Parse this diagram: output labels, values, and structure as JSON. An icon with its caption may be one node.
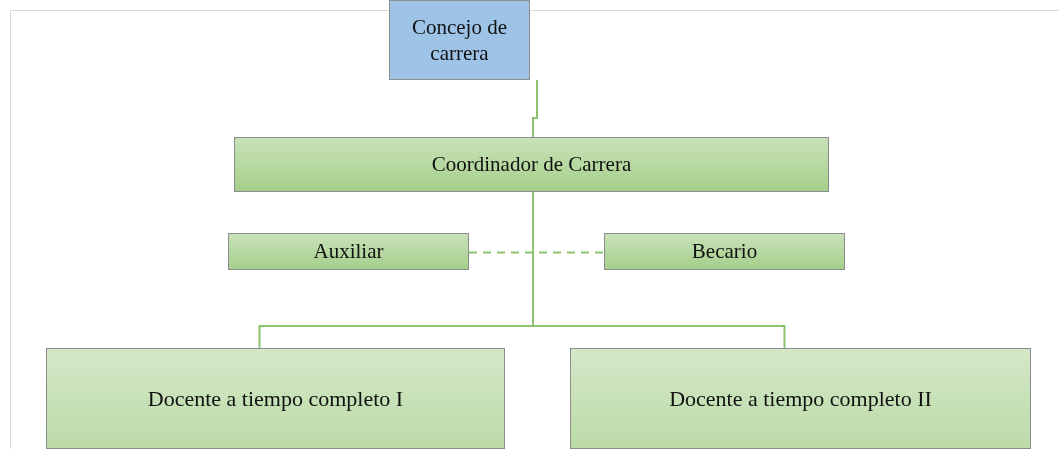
{
  "diagram": {
    "nodes": [
      {
        "text": [
          "Concejo de carrera"
        ]
      },
      {
        "text": [
          "Coordinador de Carrera"
        ]
      },
      {
        "text": [
          "Auxiliar"
        ]
      },
      {
        "text": [
          "Becario"
        ]
      },
      {
        "text": [
          "Docente a tiempo completo I"
        ]
      },
      {
        "text": [
          "Docente a tiempo completo II"
        ]
      }
    ],
    "edges": [
      {
        "from": 0,
        "to": 1,
        "arrow": "none"
      },
      {
        "from": 1,
        "to": 4,
        "arrow": "none"
      },
      {
        "from": 1,
        "to": 5,
        "arrow": "none"
      },
      {
        "from": 2,
        "to": 3,
        "arrow": "none",
        "style": "dashed"
      }
    ]
  }
}
